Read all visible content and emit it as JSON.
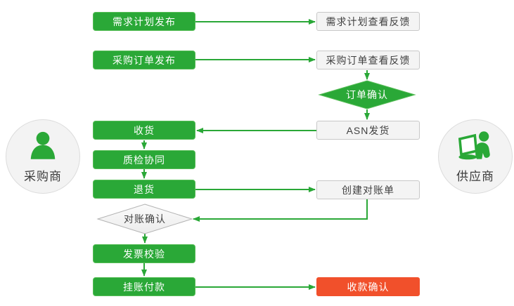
{
  "diagram": {
    "title_hint": "procurement-collaboration-flowchart",
    "actors": {
      "buyer": {
        "label": "采购商"
      },
      "supplier": {
        "label": "供应商"
      }
    },
    "nodes": {
      "demand_plan_publish": {
        "label": "需求计划发布"
      },
      "demand_plan_feedback": {
        "label": "需求计划查看反馈"
      },
      "po_publish": {
        "label": "采购订单发布"
      },
      "po_feedback": {
        "label": "采购订单查看反馈"
      },
      "order_confirm": {
        "label": "订单确认"
      },
      "receive_goods": {
        "label": "收货"
      },
      "asn_ship": {
        "label": "ASN发货"
      },
      "quality_collab": {
        "label": "质检协同"
      },
      "return_goods": {
        "label": "退货"
      },
      "create_statement": {
        "label": "创建对账单"
      },
      "statement_confirm": {
        "label": "对账确认"
      },
      "invoice_verify": {
        "label": "发票校验"
      },
      "payment_on_account": {
        "label": "挂账付款"
      },
      "receipt_confirm": {
        "label": "收款确认"
      }
    },
    "colors": {
      "green": "#2aa837",
      "green_border": "#57bd57",
      "red": "#f1502b",
      "gray_fill": "#f4f4f4",
      "gray_border": "#c8c8c8",
      "diamond_gray_border": "#b3b3b3",
      "text_dark": "#404040"
    }
  }
}
